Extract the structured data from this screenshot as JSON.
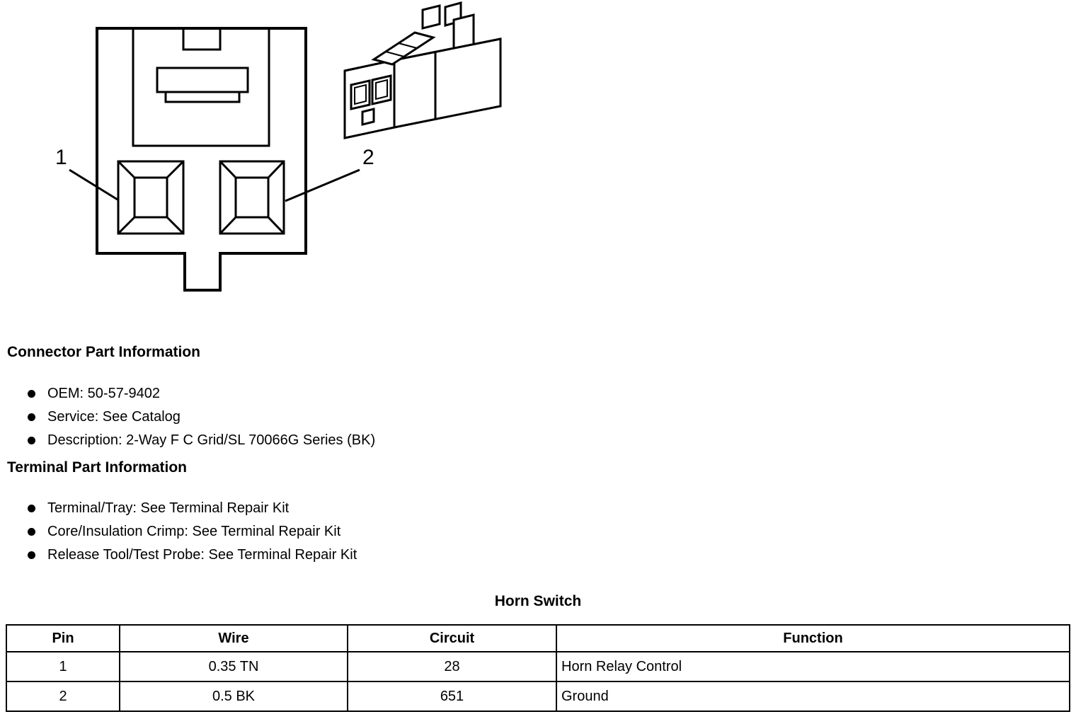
{
  "page": {
    "background": "#ffffff",
    "line_color": "#000000"
  },
  "diagram": {
    "pin_labels": [
      "1",
      "2"
    ]
  },
  "connector_info": {
    "heading": "Connector Part Information",
    "bullets": [
      "OEM: 50-57-9402",
      "Service: See Catalog",
      "Description: 2-Way F C Grid/SL 70066G Series (BK)"
    ]
  },
  "terminal_info": {
    "heading": "Terminal Part Information",
    "bullets": [
      "Terminal/Tray: See Terminal Repair Kit",
      "Core/Insulation Crimp: See Terminal Repair Kit",
      "Release Tool/Test Probe: See Terminal Repair Kit"
    ]
  },
  "table": {
    "title": "Horn Switch",
    "headers": [
      "Pin",
      "Wire",
      "Circuit",
      "Function"
    ],
    "rows": [
      [
        "1",
        "0.35 TN",
        "28",
        "Horn Relay Control"
      ],
      [
        "2",
        "0.5 BK",
        "651",
        "Ground"
      ]
    ]
  }
}
